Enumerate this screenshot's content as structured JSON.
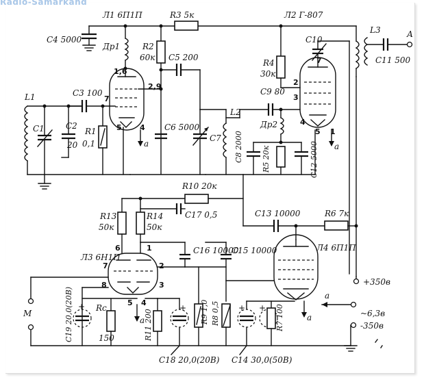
{
  "watermark": "Radio-Samarkand",
  "labels": {
    "l1_tube": "Л1 6П1П",
    "l2_tube": "Л2 Г-807",
    "l3_tube": "Л3 6Н1П",
    "l4_tube": "Л4 6П1П",
    "r3": "R3 5к",
    "r2": "R2",
    "r2v": "60к",
    "c5": "C5 200",
    "c4": "C4 5000",
    "dr1": "Др1",
    "r4": "R4",
    "r4v": "30к",
    "c10": "C10",
    "l3": "L3",
    "c11": "C11 500",
    "a_out": "А",
    "l1": "L1",
    "c3": "C3 100",
    "c1": "C1",
    "c2": "C2",
    "c2v": "20",
    "r1": "R1",
    "r1v": "0,1",
    "c6": "C6 5000",
    "c7": "C7",
    "l2": "L2",
    "c9": "C9 80",
    "dr2": "Др2",
    "c8": "C8 2000",
    "r5": "R5 20к",
    "c12": "C12 5000",
    "r10": "R10 20к",
    "c17": "C17 0,5",
    "r13": "R13",
    "r13v": "50к",
    "r14": "R14",
    "r14v": "50к",
    "c13": "C13 10000",
    "r6": "R6 7к",
    "c16": "C16 10000",
    "c15": "C15 10000",
    "m": "М",
    "c19": "C19 20,0(20В)",
    "rc": "Rс",
    "rcv": "150",
    "r11": "R11 200",
    "r9": "R9 1,0",
    "r8": "R8 0,5",
    "r7": "R7 100",
    "c18": "C18 20,0(20В)",
    "c14": "C14 30,0(50В)",
    "v350p": "+350в",
    "v63": "~6,3в",
    "v350m": "-350в",
    "a_arrow": "а",
    "a1": "а",
    "a2": "а",
    "a3": "а",
    "a4": "а"
  },
  "pins": {
    "l1_16": "1,6",
    "l1_29": "2,9",
    "l1_7": "7",
    "l1_5": "5",
    "l1_4": "4",
    "l2_7": "7",
    "l2_2": "2",
    "l2_3": "3",
    "l2_4": "4",
    "l2_51": "5",
    "l2_1": "1",
    "l3_6": "6",
    "l3_1": "1",
    "l3_7": "7",
    "l3_2": "2",
    "l3_8": "8",
    "l3_3": "3",
    "l3_5": "5",
    "l3_4": "4"
  },
  "signs": {
    "plus1": "+",
    "plus2": "+",
    "plus3": "+",
    "plus4": "+"
  }
}
